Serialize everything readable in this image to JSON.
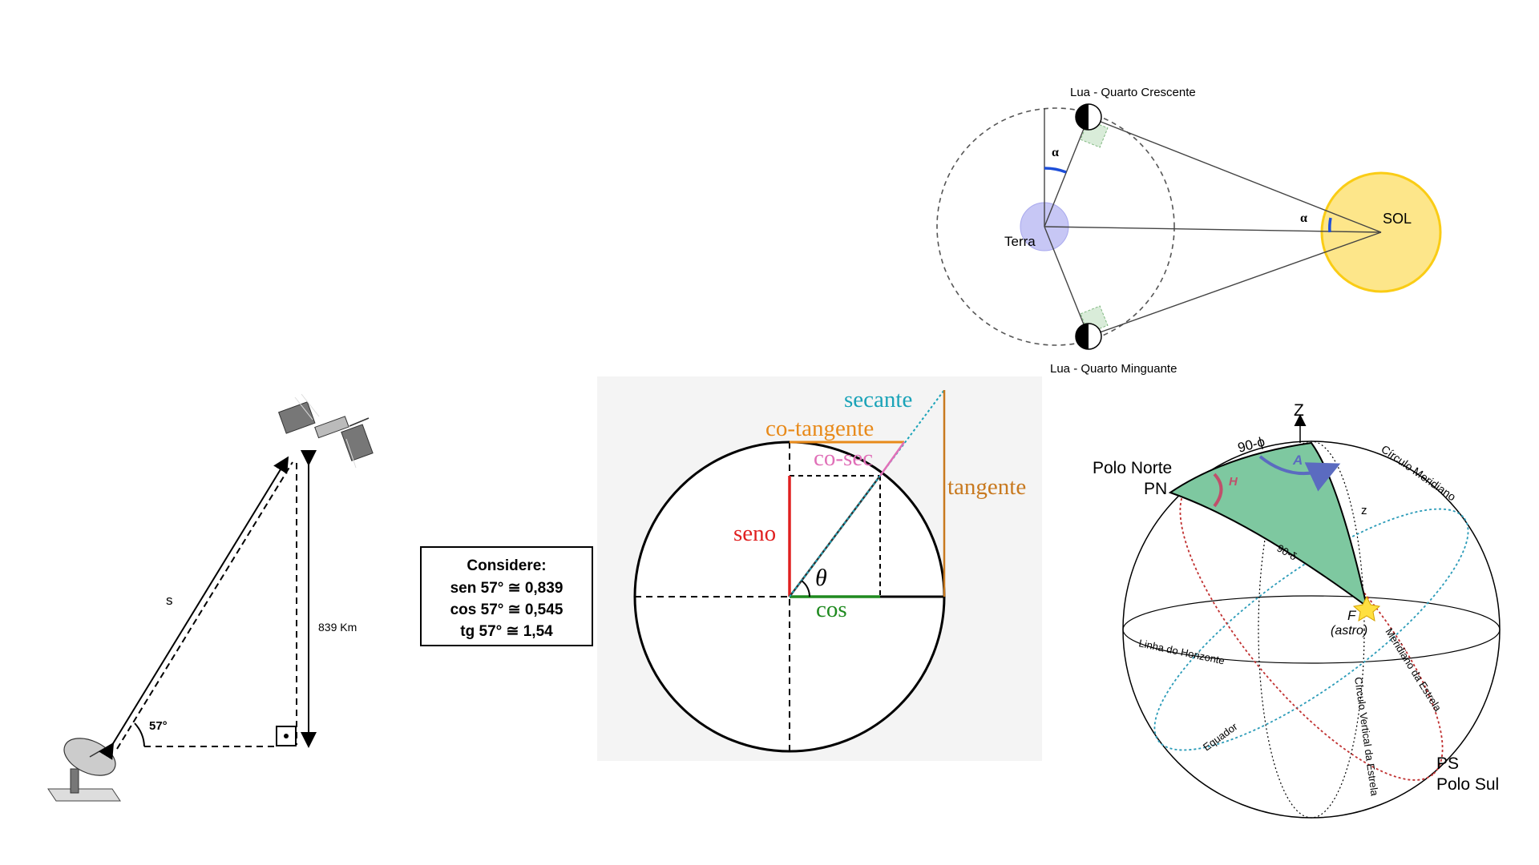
{
  "moon_diagram": {
    "label_crescente": "Lua - Quarto Crescente",
    "label_minguante": "Lua - Quarto Minguante",
    "label_earth": "Terra",
    "label_sun": "SOL",
    "angle_label": "α",
    "colors": {
      "sun_fill": "#fde68a",
      "sun_stroke": "#facc15",
      "earth_fill": "#c7c7f5",
      "angle_arc": "#1d4ed8",
      "right_angle": "#7fb77f"
    }
  },
  "satellite_problem": {
    "label_distance": "s",
    "label_height": "839 Km",
    "label_angle": "57°",
    "box_title": "Considere:",
    "box_lines": [
      "sen 57° ≅ 0,839",
      "cos 57° ≅ 0,545",
      "tg 57° ≅ 1,54"
    ]
  },
  "trig_circle": {
    "label_secante": "secante",
    "label_cotangente": "co-tangente",
    "label_cosec": "co-sec",
    "label_tangente": "tangente",
    "label_seno": "seno",
    "label_cos": "cos",
    "label_theta": "θ",
    "colors": {
      "secante": "#1aa3b8",
      "cotangente": "#e88a1a",
      "cosec": "#e070b8",
      "tangente": "#c8791f",
      "seno": "#e02020",
      "cos": "#1f8a1f",
      "background": "#f4f4f4"
    }
  },
  "celestial_sphere": {
    "label_z": "Z",
    "label_polo_norte": "Polo Norte",
    "label_pn": "PN",
    "label_90_phi": "90-ϕ",
    "label_a": "A",
    "label_h": "H",
    "label_circulo_meridiano": "Círculo Meridiano",
    "label_z_small": "z",
    "label_90_delta": "90-δ",
    "label_f": "F",
    "label_astro": "(astro)",
    "label_linha_horizonte": "Linha do Horizonte",
    "label_meridiano_estrela": "Meridiano da Estrela",
    "label_circulo_vertical": "Círculo Vertical da Estrela",
    "label_equador": "Equador",
    "label_ps": "PS",
    "label_polo_sul": "Polo Sul",
    "colors": {
      "triangle_fill": "#7ec8a0",
      "arc_a": "#5b6bc0",
      "arc_h": "#c0506b",
      "equator": "#2a9bb8",
      "meridian_star": "#c03030",
      "star": "#ffe040"
    }
  }
}
